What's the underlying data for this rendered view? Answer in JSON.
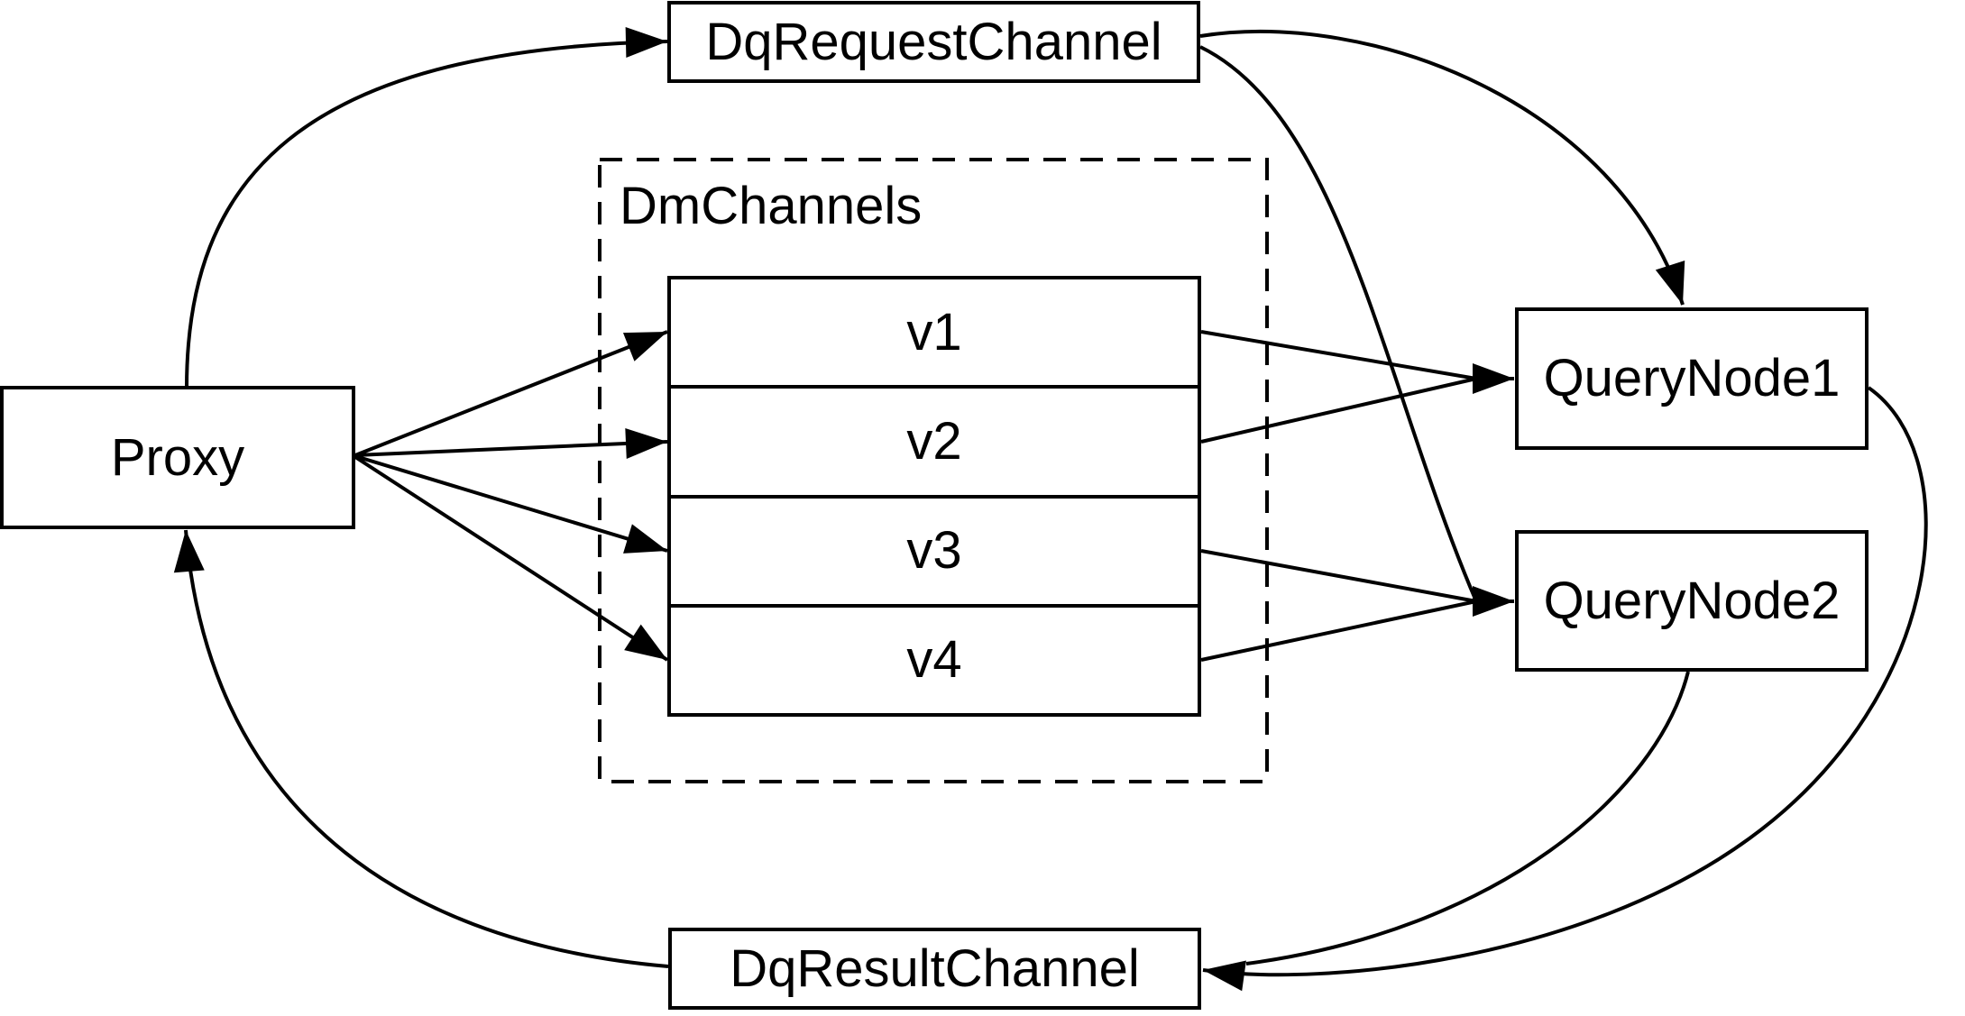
{
  "nodes": {
    "proxy": "Proxy",
    "dq_request_channel": "DqRequestChannel",
    "dm_channels": "DmChannels",
    "v1": "v1",
    "v2": "v2",
    "v3": "v3",
    "v4": "v4",
    "query_node_1": "QueryNode1",
    "query_node_2": "QueryNode2",
    "dq_result_channel": "DqResultChannel"
  },
  "colors": {
    "stroke": "#000000",
    "node_fill": "#ffffff",
    "background": "#ffffff"
  }
}
